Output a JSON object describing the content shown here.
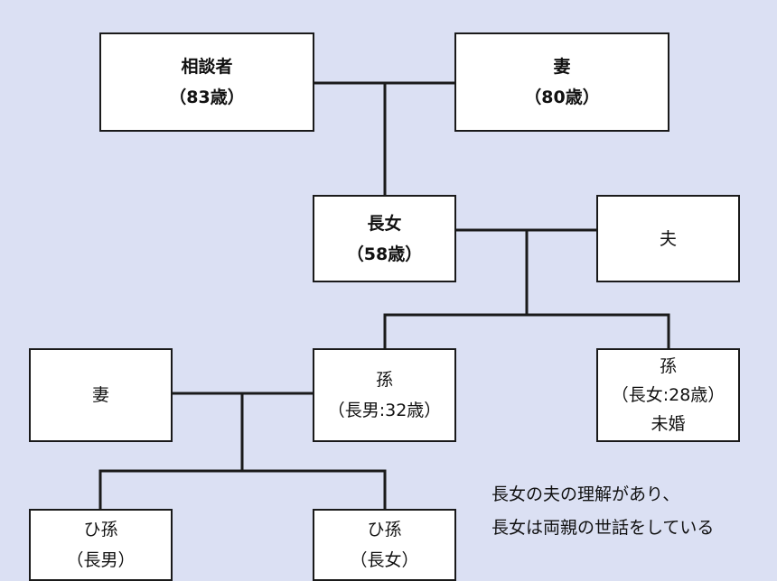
{
  "persons": {
    "consultant": {
      "name": "相談者",
      "age": "（83歳）"
    },
    "wife": {
      "name": "妻",
      "age": "（80歳）"
    },
    "eldest_daughter": {
      "name": "長女",
      "age": "（58歳）"
    },
    "daughter_husband": {
      "name": "夫"
    },
    "grandson": {
      "name": "孫",
      "detail": "（長男:32歳）"
    },
    "grandson_wife": {
      "name": "妻"
    },
    "granddaughter": {
      "name": "孫",
      "detail": "（長女:28歳）",
      "status": "未婚"
    },
    "great_grandson": {
      "name": "ひ孫",
      "detail": "（長男）"
    },
    "great_granddaughter": {
      "name": "ひ孫",
      "detail": "（長女）"
    }
  },
  "note": {
    "line1": "長女の夫の理解があり、",
    "line2": "長女は両親の世話をしている"
  }
}
